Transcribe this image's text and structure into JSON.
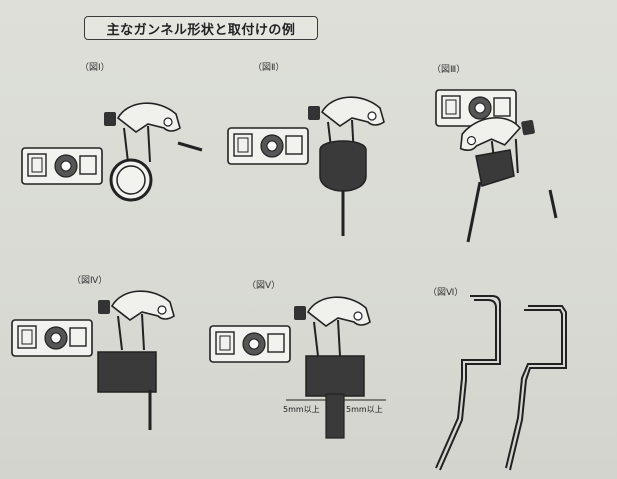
{
  "title": "主なガンネル形状と取付けの例",
  "figures": [
    {
      "label": "（図Ⅰ）"
    },
    {
      "label": "（図Ⅱ）"
    },
    {
      "label": "（図Ⅲ）"
    },
    {
      "label": "（図Ⅳ）"
    },
    {
      "label": "（図Ⅴ）"
    },
    {
      "label": "（図Ⅵ）"
    }
  ],
  "dimensions": {
    "left": "5mm以上",
    "right": "5mm以上"
  }
}
